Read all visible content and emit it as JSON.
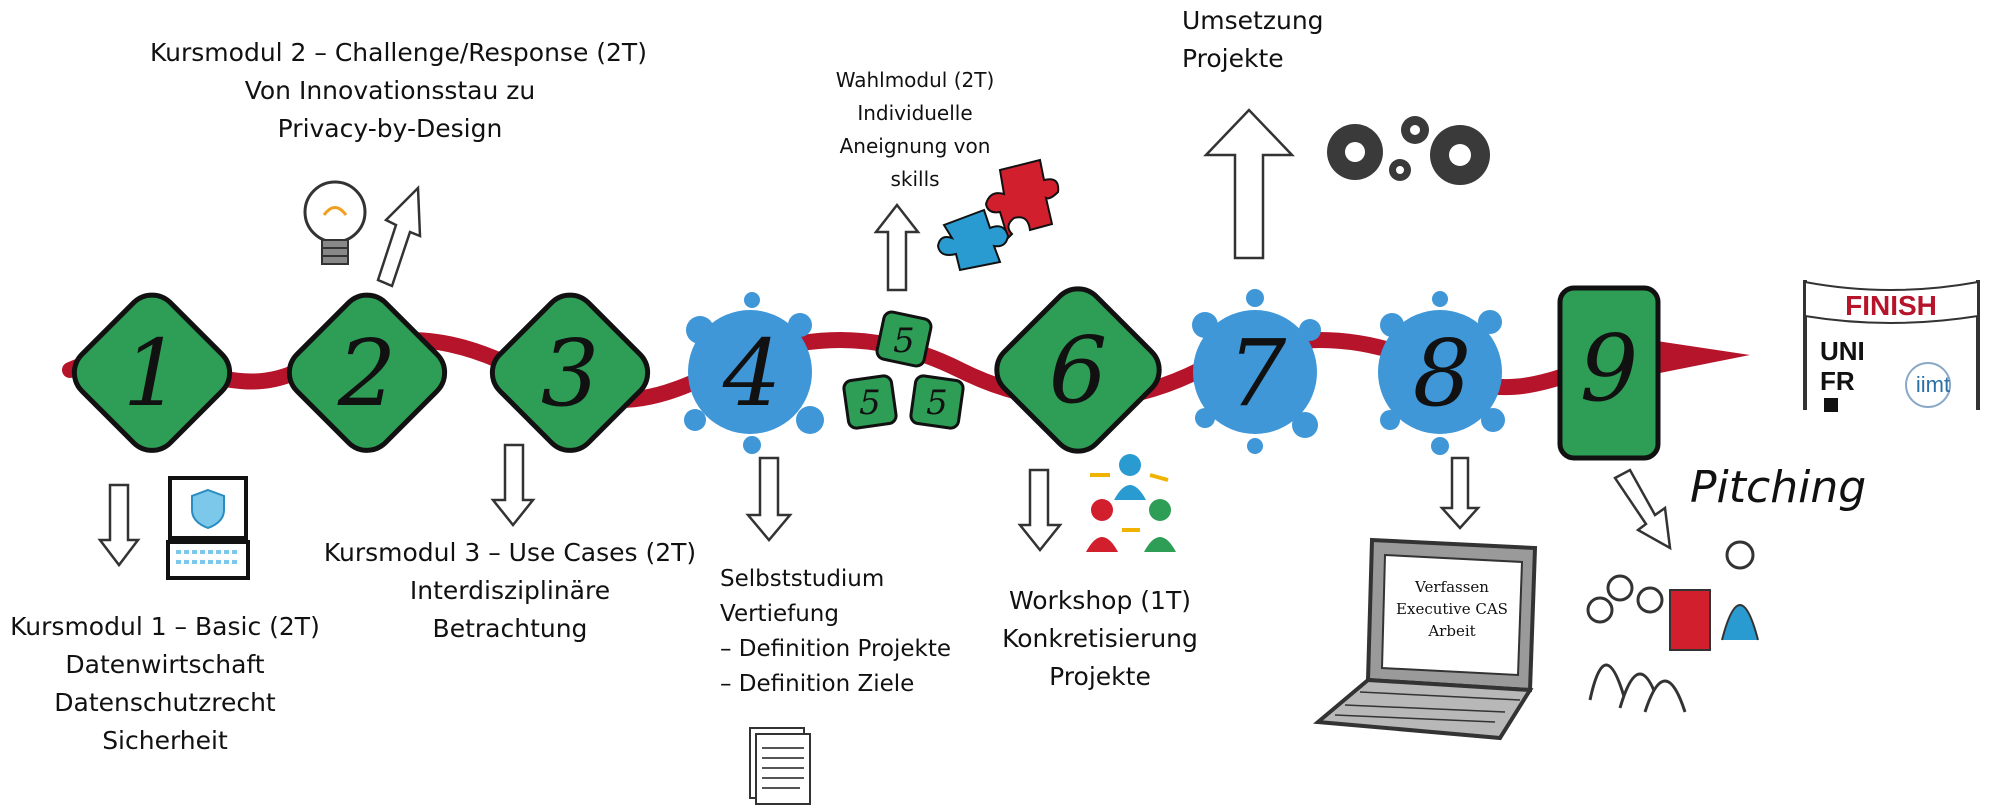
{
  "steps": [
    {
      "num": "1",
      "kind": "green"
    },
    {
      "num": "2",
      "kind": "green"
    },
    {
      "num": "3",
      "kind": "green"
    },
    {
      "num": "4",
      "kind": "blue"
    },
    {
      "num": "5",
      "kind": "green-small"
    },
    {
      "num": "6",
      "kind": "green"
    },
    {
      "num": "7",
      "kind": "blue"
    },
    {
      "num": "8",
      "kind": "blue"
    },
    {
      "num": "9",
      "kind": "green-tall"
    }
  ],
  "labels": {
    "k1": {
      "line1": "Kursmodul 1 – Basic (2T)",
      "line2": "Datenwirtschaft",
      "line3": "Datenschutzrecht",
      "line4": "Sicherheit"
    },
    "k2": {
      "line1": "Kursmodul 2 – Challenge/Response (2T)",
      "line2": "Von Innovationsstau zu",
      "line3": "Privacy-by-Design"
    },
    "k3": {
      "line1": "Kursmodul 3 – Use Cases (2T)",
      "line2": "Interdisziplinäre",
      "line3": "Betrachtung"
    },
    "s4": {
      "line1": "Selbststudium",
      "line2": "Vertiefung",
      "line3": "– Definition Projekte",
      "line4": "– Definition Ziele"
    },
    "w5": {
      "line1": "Wahlmodul (2T)",
      "line2": "Individuelle",
      "line3": "Aneignung von",
      "line4": "skills"
    },
    "w6": {
      "line1": "Workshop (1T)",
      "line2": "Konkretisierung",
      "line3": "Projekte"
    },
    "u7": {
      "line1": "Umsetzung",
      "line2": "Projekte"
    },
    "laptop": {
      "line1": "Verfassen",
      "line2": "Executive CAS",
      "line3": "Arbeit"
    },
    "pitching": "Pitching",
    "finish": {
      "banner": "FINISH",
      "logo1": "UNI",
      "logo2": "FR",
      "logo3": "iimt"
    }
  },
  "colors": {
    "green": "#2e9e57",
    "blue": "#3f97d8",
    "red": "#b5142b",
    "ink": "#111111"
  }
}
